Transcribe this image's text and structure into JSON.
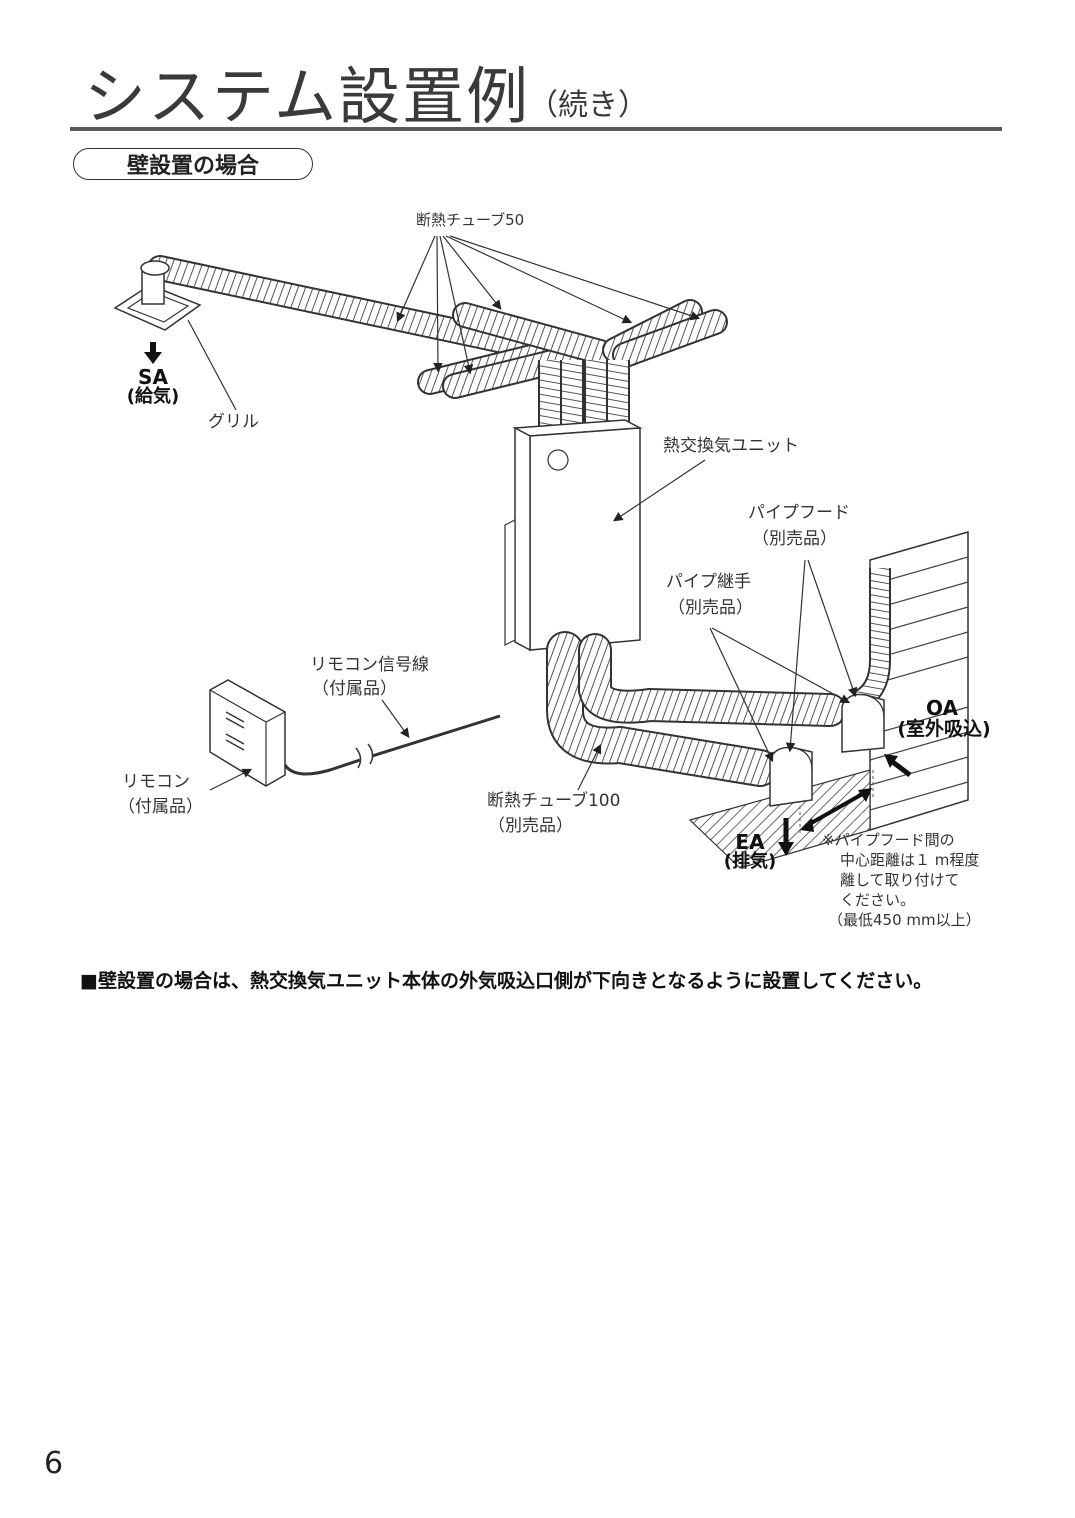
{
  "page": {
    "title": "システム設置例",
    "title_suffix": "（続き）",
    "section_label": "壁設置の場合",
    "page_number": "6"
  },
  "diagram": {
    "labels": {
      "insulation_tube_50": "断熱チューブ50",
      "sa": "SA",
      "sa_jp": "(給気)",
      "grill": "グリル",
      "heat_exchange_unit": "熱交換気ユニット",
      "pipe_hood": "パイプフード",
      "pipe_hood_sub": "（別売品）",
      "pipe_joint": "パイプ継手",
      "pipe_joint_sub": "（別売品）",
      "remote_signal_wire": "リモコン信号線",
      "remote_signal_wire_sub": "（付属品）",
      "oa": "OA",
      "oa_jp": "(室外吸込)",
      "remote": "リモコン",
      "remote_sub": "（付属品）",
      "insulation_tube_100": "断熱チューブ100",
      "insulation_tube_100_sub": "（別売品）",
      "ea": "EA",
      "ea_jp": "(排気)"
    },
    "note_lines": [
      "※パイプフード間の",
      "中心距離は１ m程度",
      "離して取り付けて",
      "ください。",
      "（最低450 mm以上）"
    ]
  },
  "footer_note": "■壁設置の場合は、熱交換気ユニット本体の外気吸込口側が下向きとなるように設置してください。"
}
